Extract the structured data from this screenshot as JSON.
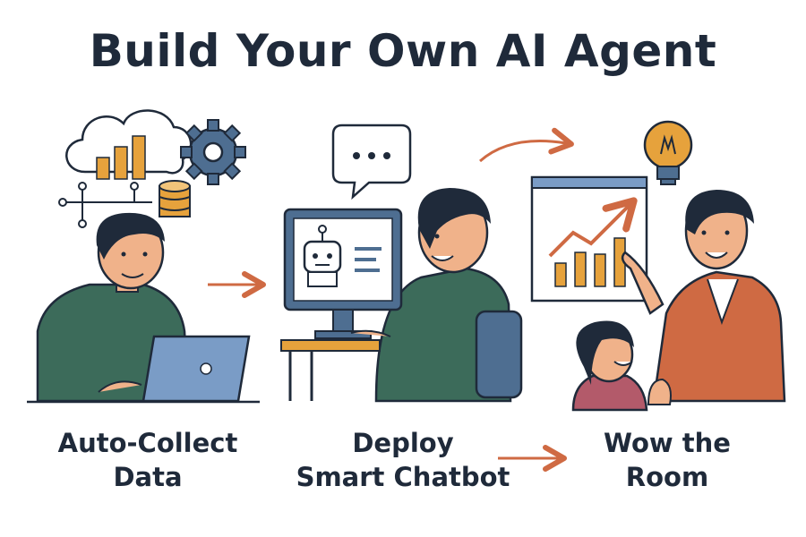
{
  "title": "Build Your Own AI Agent",
  "steps": [
    {
      "line1": "Auto-Collect",
      "line2": "Data",
      "illustration": "person-at-laptop-with-cloud-data"
    },
    {
      "line1": "Deploy",
      "line2": "Smart Chatbot",
      "illustration": "person-at-monitor-with-chatbot"
    },
    {
      "line1": "Wow the",
      "line2": "Room",
      "illustration": "presenter-with-chart-and-audience"
    }
  ],
  "colors": {
    "ink": "#1f2a3a",
    "accent": "#e6a23c",
    "arrow": "#cf6a43",
    "shirt": "#3c6b5a",
    "steel": "#4e6e91",
    "skin": "#f0b28a"
  },
  "icons": [
    "cloud-icon",
    "gear-icon",
    "database-icon",
    "network-icon",
    "speech-bubble-icon",
    "robot-icon",
    "lightbulb-icon",
    "arrow-right-icon"
  ]
}
